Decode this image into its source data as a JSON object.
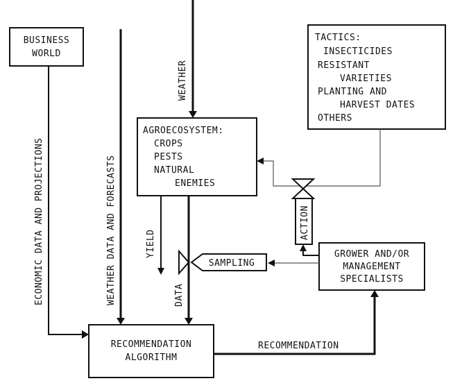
{
  "nodes": {
    "business_world": [
      "BUSINESS",
      "WORLD"
    ],
    "tactics": [
      "TACTICS:",
      "INSECTICIDES",
      "RESISTANT",
      "VARIETIES",
      "PLANTING AND",
      "HARVEST DATES",
      "OTHERS"
    ],
    "agroecosystem": [
      "AGROECOSYSTEM:",
      "CROPS",
      "PESTS",
      "NATURAL",
      "ENEMIES"
    ],
    "grower": [
      "GROWER AND/OR",
      "MANAGEMENT",
      "SPECIALISTS"
    ],
    "recommendation_algorithm": [
      "RECOMMENDATION",
      "ALGORITHM"
    ],
    "sampling": "SAMPLING",
    "action": "ACTION"
  },
  "edges": {
    "weather": "WEATHER",
    "economic": "ECONOMIC DATA AND PROJECTIONS",
    "weather_data": "WEATHER DATA AND FORECASTS",
    "yield": "YIELD",
    "data": "DATA",
    "recommendation": "RECOMMENDATION"
  }
}
